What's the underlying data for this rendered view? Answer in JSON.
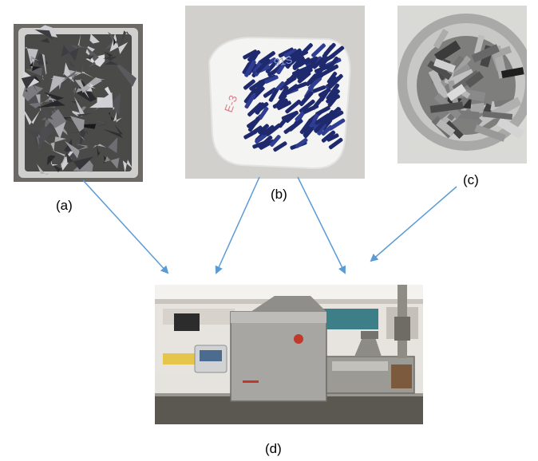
{
  "panels": [
    {
      "id": "a",
      "label": "(a)",
      "photo": "tray-of-shredded-carbon-fibre-scraps"
    },
    {
      "id": "b",
      "label": "(b)",
      "photo": "plate-of-blue-pellets"
    },
    {
      "id": "c",
      "label": "(c)",
      "photo": "bowl-of-chopped-fibre-strips"
    },
    {
      "id": "d",
      "label": "(d)",
      "photo": "lab-extruder-machine"
    }
  ],
  "colors": {
    "arrow": "#5b9bd5",
    "pellet": "#1f2a6e",
    "steel": "#b7b8b5",
    "carbon": "#3a3a3a"
  }
}
